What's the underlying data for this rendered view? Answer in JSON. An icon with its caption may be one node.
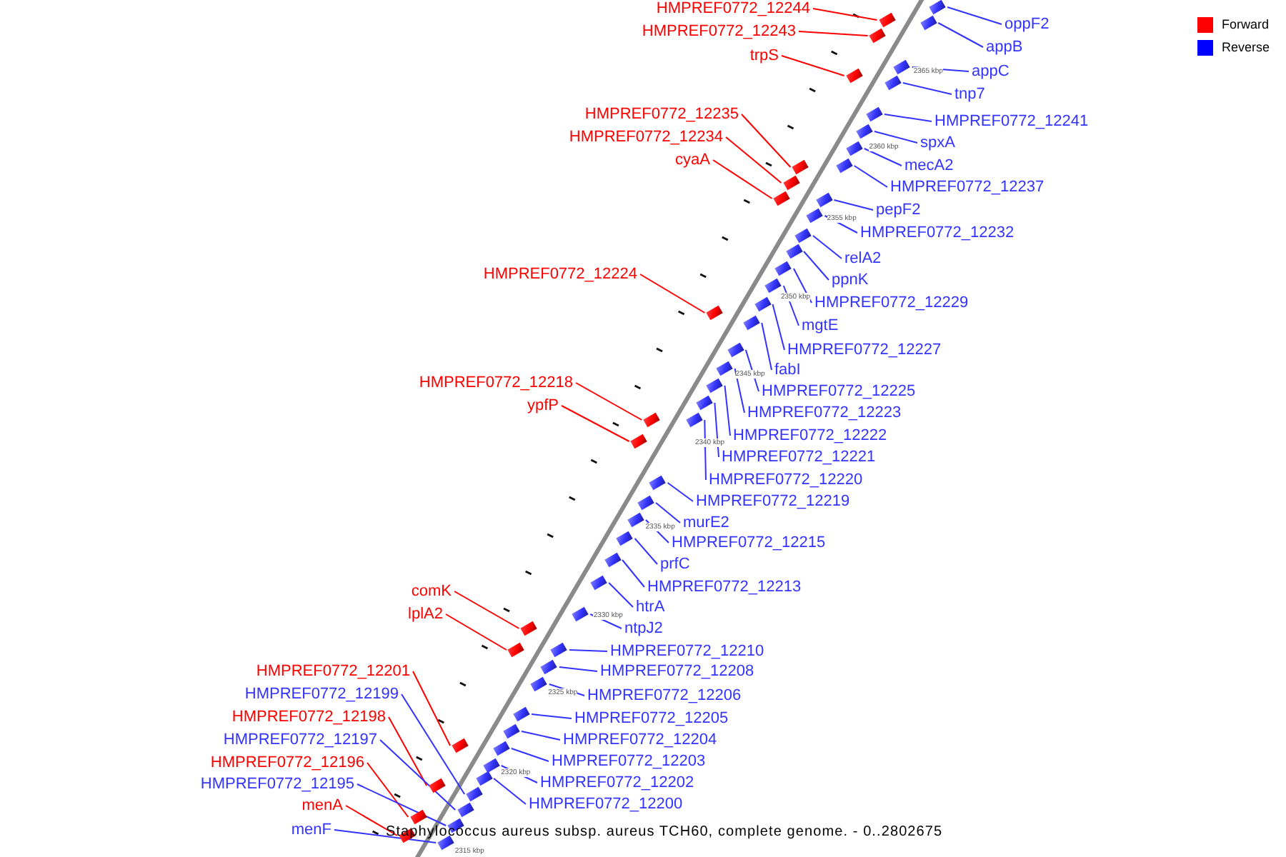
{
  "diagram": {
    "caption": "Staphylococcus aureus subsp. aureus TCH60, complete genome. - 0..2802675",
    "nodes": [
      {
        "text": [
          "HMPREF0772_12244"
        ]
      },
      {
        "text": [],
        "shape": "box"
      },
      {
        "text": [
          "HMPREF0772_12243"
        ]
      },
      {
        "text": [],
        "shape": "box"
      },
      {
        "text": [
          "oppF2"
        ]
      },
      {
        "text": [],
        "shape": "box"
      },
      {
        "text": [
          "appB"
        ]
      },
      {
        "text": [],
        "shape": "box"
      },
      {
        "text": [
          "trpS"
        ]
      },
      {
        "text": [],
        "shape": "box"
      },
      {
        "text": [
          "appC"
        ]
      },
      {
        "text": [],
        "shape": "box"
      },
      {
        "text": [
          "tnp7"
        ]
      },
      {
        "text": [],
        "shape": "box"
      },
      {
        "text": [
          "HMPREF0772_12235"
        ]
      },
      {
        "text": [],
        "shape": "box"
      },
      {
        "text": [
          "HMPREF0772_12241"
        ]
      },
      {
        "text": [],
        "shape": "box"
      },
      {
        "text": [
          "HMPREF0772_12234"
        ]
      },
      {
        "text": [],
        "shape": "box"
      },
      {
        "text": [
          "spxA"
        ]
      },
      {
        "text": [],
        "shape": "box"
      },
      {
        "text": [
          "cyaA"
        ]
      },
      {
        "text": [],
        "shape": "box"
      },
      {
        "text": [
          "mecA2"
        ]
      },
      {
        "text": [],
        "shape": "box"
      },
      {
        "text": [
          "HMPREF0772_12237"
        ]
      },
      {
        "text": [],
        "shape": "box"
      },
      {
        "text": [
          "pepF2"
        ]
      },
      {
        "text": [],
        "shape": "box"
      },
      {
        "text": [
          "HMPREF0772_12232"
        ]
      },
      {
        "text": [],
        "shape": "box"
      },
      {
        "text": [
          "relA2"
        ]
      },
      {
        "text": [],
        "shape": "box"
      },
      {
        "text": [
          "HMPREF0772_12224"
        ]
      },
      {
        "text": [],
        "shape": "box"
      },
      {
        "text": [
          "ppnK"
        ]
      },
      {
        "text": [],
        "shape": "box"
      },
      {
        "text": [
          "HMPREF0772_12229"
        ]
      },
      {
        "text": [],
        "shape": "box"
      },
      {
        "text": [
          "mgtE"
        ]
      },
      {
        "text": [],
        "shape": "box"
      },
      {
        "text": [
          "HMPREF0772_12227"
        ]
      },
      {
        "text": [],
        "shape": "box"
      },
      {
        "text": [
          "fabI"
        ]
      },
      {
        "text": [],
        "shape": "box"
      },
      {
        "text": [
          "HMPREF0772_12218"
        ]
      },
      {
        "text": [],
        "shape": "box"
      },
      {
        "text": [
          "HMPREF0772_12225"
        ]
      },
      {
        "text": [],
        "shape": "box"
      },
      {
        "text": [
          "ypfP"
        ]
      },
      {
        "text": [],
        "shape": "box"
      },
      {
        "text": [
          "HMPREF0772_12223"
        ]
      },
      {
        "text": [],
        "shape": "box"
      },
      {
        "text": [
          "HMPREF0772_12222"
        ]
      },
      {
        "text": [],
        "shape": "box"
      },
      {
        "text": [
          "HMPREF0772_12221"
        ]
      },
      {
        "text": [],
        "shape": "box"
      },
      {
        "text": [
          "HMPREF0772_12220"
        ]
      },
      {
        "text": [],
        "shape": "box"
      },
      {
        "text": [
          "HMPREF0772_12219"
        ]
      },
      {
        "text": [],
        "shape": "box"
      },
      {
        "text": [
          "murE2"
        ]
      },
      {
        "text": [],
        "shape": "box"
      },
      {
        "text": [
          "HMPREF0772_12215"
        ]
      },
      {
        "text": [],
        "shape": "box"
      },
      {
        "text": [
          "prfC"
        ]
      },
      {
        "text": [],
        "shape": "box"
      },
      {
        "text": [
          "HMPREF0772_12213"
        ]
      },
      {
        "text": [],
        "shape": "box"
      },
      {
        "text": [
          "comK"
        ]
      },
      {
        "text": [],
        "shape": "box"
      },
      {
        "text": [
          "htrA"
        ]
      },
      {
        "text": [],
        "shape": "box"
      },
      {
        "text": [
          "lplA2"
        ]
      },
      {
        "text": [],
        "shape": "box"
      },
      {
        "text": [
          "ntpJ2"
        ]
      },
      {
        "text": [],
        "shape": "box"
      },
      {
        "text": [
          "HMPREF0772_12210"
        ]
      },
      {
        "text": [],
        "shape": "box"
      },
      {
        "text": [
          "HMPREF0772_12208"
        ]
      },
      {
        "text": [],
        "shape": "box"
      },
      {
        "text": [
          "HMPREF0772_12201"
        ]
      },
      {
        "text": [],
        "shape": "box"
      },
      {
        "text": [
          "HMPREF0772_12199"
        ]
      },
      {
        "text": [],
        "shape": "box"
      },
      {
        "text": [
          "HMPREF0772_12206"
        ]
      },
      {
        "text": [],
        "shape": "box"
      },
      {
        "text": [
          "HMPREF0772_12198"
        ]
      },
      {
        "text": [],
        "shape": "box"
      },
      {
        "text": [
          "HMPREF0772_12205"
        ]
      },
      {
        "text": [],
        "shape": "box"
      },
      {
        "text": [
          "HMPREF0772_12197"
        ]
      },
      {
        "text": [],
        "shape": "box"
      },
      {
        "text": [
          "HMPREF0772_12204"
        ]
      },
      {
        "text": [],
        "shape": "box"
      },
      {
        "text": [
          "HMPREF0772_12203"
        ]
      },
      {
        "text": [],
        "shape": "box"
      },
      {
        "text": [
          "HMPREF0772_12196"
        ]
      },
      {
        "text": [],
        "shape": "box"
      },
      {
        "text": [
          "HMPREF0772_12202"
        ]
      },
      {
        "text": [],
        "shape": "box"
      },
      {
        "text": [
          "HMPREF0772_12195"
        ]
      },
      {
        "text": [],
        "shape": "box"
      },
      {
        "text": [
          "HMPREF0772_12200"
        ]
      },
      {
        "text": [],
        "shape": "box"
      },
      {
        "text": [
          "menA"
        ]
      },
      {
        "text": [],
        "shape": "box"
      },
      {
        "text": [
          "menF"
        ]
      },
      {
        "text": [],
        "shape": "box"
      }
    ],
    "edges": [
      {
        "from": 0,
        "to": 1,
        "arrow": "none",
        "color": "#ff0000"
      },
      {
        "from": 2,
        "to": 3,
        "arrow": "none",
        "color": "#ff0000"
      },
      {
        "from": 4,
        "to": 5,
        "arrow": "none"
      },
      {
        "from": 6,
        "to": 7,
        "arrow": "none"
      },
      {
        "from": 8,
        "to": 9,
        "arrow": "none",
        "color": "#ff0000"
      },
      {
        "from": 10,
        "to": 11,
        "arrow": "none"
      },
      {
        "from": 12,
        "to": 13,
        "arrow": "none"
      },
      {
        "from": 14,
        "to": 15,
        "arrow": "none",
        "color": "#ff0000"
      },
      {
        "from": 16,
        "to": 17,
        "arrow": "none"
      },
      {
        "from": 18,
        "to": 19,
        "arrow": "none",
        "color": "#ff0000"
      },
      {
        "from": 20,
        "to": 21,
        "arrow": "none"
      },
      {
        "from": 22,
        "to": 23,
        "arrow": "none",
        "color": "#ff0000"
      },
      {
        "from": 24,
        "to": 25,
        "arrow": "none"
      },
      {
        "from": 26,
        "to": 27,
        "arrow": "none"
      },
      {
        "from": 28,
        "to": 29,
        "arrow": "none"
      },
      {
        "from": 30,
        "to": 31,
        "arrow": "none"
      },
      {
        "from": 32,
        "to": 33,
        "arrow": "none"
      },
      {
        "from": 34,
        "to": 35,
        "arrow": "none",
        "color": "#ff0000"
      },
      {
        "from": 36,
        "to": 37,
        "arrow": "none"
      },
      {
        "from": 38,
        "to": 39,
        "arrow": "none"
      },
      {
        "from": 40,
        "to": 41,
        "arrow": "none"
      },
      {
        "from": 42,
        "to": 43,
        "arrow": "none"
      },
      {
        "from": 44,
        "to": 45,
        "arrow": "none"
      },
      {
        "from": 46,
        "to": 47,
        "arrow": "none",
        "color": "#ff0000"
      },
      {
        "from": 48,
        "to": 49,
        "arrow": "none"
      },
      {
        "from": 50,
        "to": 51,
        "arrow": "none",
        "color": "#ff0000"
      },
      {
        "from": 52,
        "to": 53,
        "arrow": "none"
      },
      {
        "from": 54,
        "to": 55,
        "arrow": "none"
      },
      {
        "from": 56,
        "to": 57,
        "arrow": "none"
      },
      {
        "from": 58,
        "to": 59,
        "arrow": "none"
      },
      {
        "from": 60,
        "to": 61,
        "arrow": "none"
      },
      {
        "from": 62,
        "to": 63,
        "arrow": "none"
      },
      {
        "from": 64,
        "to": 65,
        "arrow": "none"
      },
      {
        "from": 66,
        "to": 67,
        "arrow": "none"
      },
      {
        "from": 68,
        "to": 69,
        "arrow": "none"
      },
      {
        "from": 70,
        "to": 71,
        "arrow": "none",
        "color": "#ff0000"
      },
      {
        "from": 72,
        "to": 73,
        "arrow": "none"
      },
      {
        "from": 74,
        "to": 75,
        "arrow": "none",
        "color": "#ff0000"
      },
      {
        "from": 76,
        "to": 77,
        "arrow": "none"
      },
      {
        "from": 78,
        "to": 79,
        "arrow": "none"
      },
      {
        "from": 80,
        "to": 81,
        "arrow": "none"
      },
      {
        "from": 82,
        "to": 83,
        "arrow": "none",
        "color": "#ff0000"
      },
      {
        "from": 84,
        "to": 85,
        "arrow": "none"
      },
      {
        "from": 86,
        "to": 87,
        "arrow": "none"
      },
      {
        "from": 88,
        "to": 89,
        "arrow": "none",
        "color": "#ff0000"
      },
      {
        "from": 90,
        "to": 91,
        "arrow": "none"
      },
      {
        "from": 92,
        "to": 93,
        "arrow": "none"
      },
      {
        "from": 94,
        "to": 95,
        "arrow": "none"
      },
      {
        "from": 96,
        "to": 97,
        "arrow": "none"
      },
      {
        "from": 98,
        "to": 99,
        "arrow": "none",
        "color": "#ff0000"
      },
      {
        "from": 100,
        "to": 101,
        "arrow": "none"
      },
      {
        "from": 102,
        "to": 103,
        "arrow": "none"
      },
      {
        "from": 104,
        "to": 105,
        "arrow": "none"
      },
      {
        "from": 106,
        "to": 107,
        "arrow": "none",
        "color": "#ff0000"
      },
      {
        "from": 108,
        "to": 109,
        "arrow": "none"
      }
    ],
    "labels": [
      "2365 kbp",
      "2360 kbp",
      "2355 kbp",
      "2350 kbp",
      "2345 kbp",
      "2340 kbp",
      "2335 kbp",
      "2330 kbp",
      "2325 kbp",
      "2320 kbp",
      "2315 kbp"
    ],
    "legend": [
      {
        "text": "Forward",
        "color": "#ff0000"
      },
      {
        "text": "Reverse",
        "color": "#0000ff"
      }
    ]
  }
}
